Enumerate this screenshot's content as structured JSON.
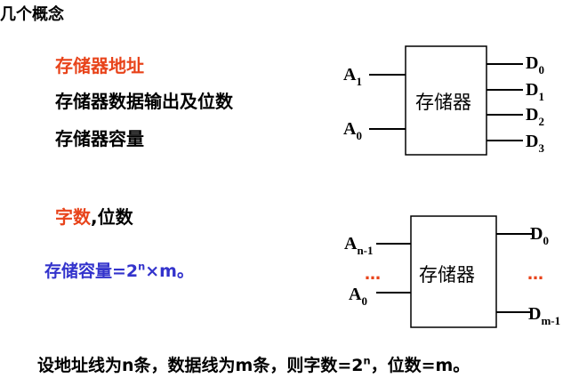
{
  "title": "几个概念",
  "concepts": {
    "address": "存储器地址",
    "data_output": "存储器数据输出及位数",
    "capacity": "存储器容量"
  },
  "word_bits": {
    "word_count": "字数",
    "sep": ",",
    "bits": "位数"
  },
  "formula": {
    "prefix": "存储容量=2",
    "exp": "n",
    "suffix": "×m。"
  },
  "diagram1": {
    "box_label": "存储器",
    "inputs": [
      {
        "main": "A",
        "sub": "1"
      },
      {
        "main": "A",
        "sub": "0"
      }
    ],
    "outputs": [
      {
        "main": "D",
        "sub": "0"
      },
      {
        "main": "D",
        "sub": "1"
      },
      {
        "main": "D",
        "sub": "2"
      },
      {
        "main": "D",
        "sub": "3"
      }
    ]
  },
  "diagram2": {
    "box_label": "存储器",
    "inputs": [
      {
        "main": "A",
        "sub": "n-1"
      },
      {
        "main": "A",
        "sub": "0"
      }
    ],
    "outputs": [
      {
        "main": "D",
        "sub": "0"
      },
      {
        "main": "D",
        "sub": "m-1"
      }
    ],
    "dots": "…"
  },
  "footer": {
    "part1": "设地址线为n条，数据线为m条，则字数=2",
    "exp": "n",
    "part2": "，位数=m。"
  },
  "colors": {
    "accent_red": "#e8431a",
    "accent_blue": "#3333cc"
  }
}
